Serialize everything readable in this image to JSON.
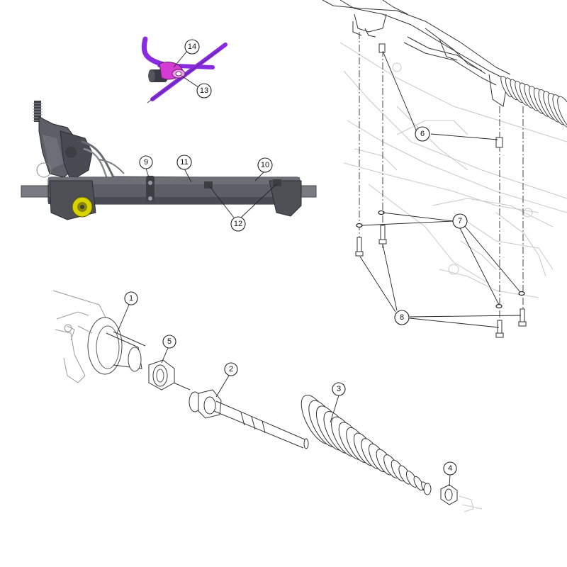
{
  "callouts": {
    "c1": "1",
    "c2": "2",
    "c3": "3",
    "c4": "4",
    "c5": "5",
    "c6": "6",
    "c7": "7",
    "c8": "8",
    "c9": "9",
    "c10": "10",
    "c11": "11",
    "c12": "12",
    "c13": "13",
    "c14": "14"
  },
  "colors": {
    "rack_body": "#5e5f66",
    "rack_dark": "#3d3e44",
    "bushing": "#d8d200",
    "tube_purple": "#8a2be2",
    "clip_magenta": "#d43cd4",
    "line_art": "#333333",
    "ghost_art": "#c8c8c8"
  }
}
